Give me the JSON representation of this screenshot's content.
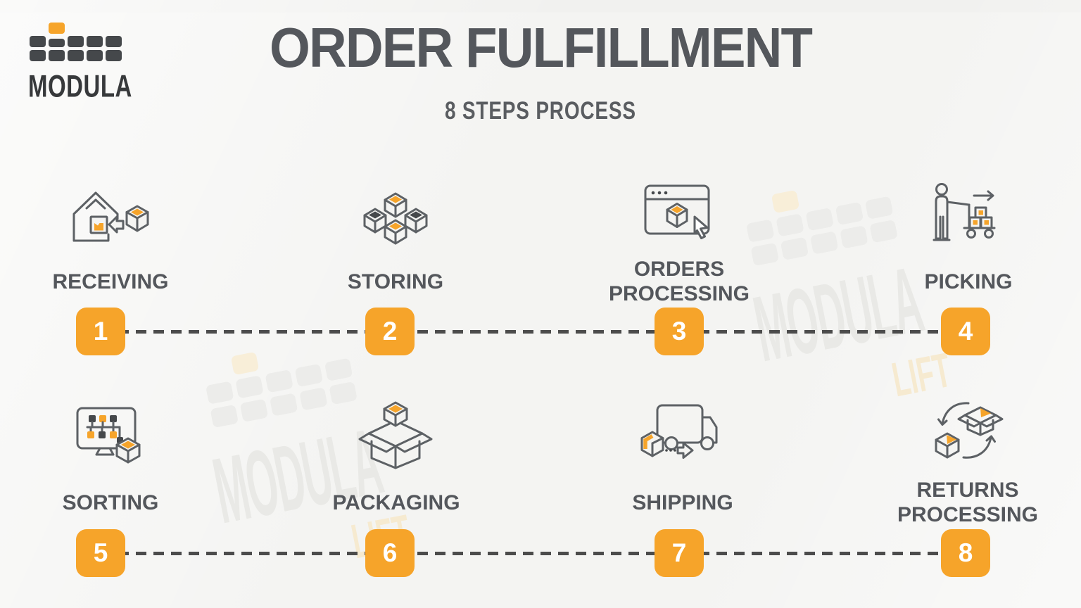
{
  "header": {
    "title": "ORDER FULFILLMENT",
    "subtitle": "8 STEPS PROCESS"
  },
  "logo": {
    "brand": "MODULA"
  },
  "watermark": {
    "brand": "MODULA",
    "product": "LIFT"
  },
  "steps": [
    {
      "number": "1",
      "label": "RECEIVING",
      "icon": "receiving-icon"
    },
    {
      "number": "2",
      "label": "STORING",
      "icon": "storing-icon"
    },
    {
      "number": "3",
      "label": "ORDERS PROCESSING",
      "icon": "orders-processing-icon"
    },
    {
      "number": "4",
      "label": "PICKING",
      "icon": "picking-icon"
    },
    {
      "number": "5",
      "label": "SORTING",
      "icon": "sorting-icon"
    },
    {
      "number": "6",
      "label": "PACKAGING",
      "icon": "packaging-icon"
    },
    {
      "number": "7",
      "label": "SHIPPING",
      "icon": "shipping-icon"
    },
    {
      "number": "8",
      "label": "RETURNS PROCESSING",
      "icon": "returns-processing-icon"
    }
  ],
  "colors": {
    "accent_orange": "#f6a42a",
    "heading_gray": "#54575c",
    "icon_stroke": "#5d6165",
    "dash_gray": "#4c4c4c",
    "background": "#f4f4f2",
    "badge_text": "#ffffff"
  }
}
